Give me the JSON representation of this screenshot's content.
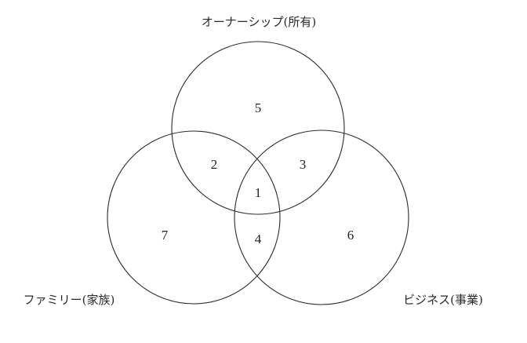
{
  "sets": {
    "ownership": "オーナーシップ(所有)",
    "family": "ファミリー(家族)",
    "business": "ビジネス(事業)"
  },
  "regions": {
    "all_three": "1",
    "ownership_family": "2",
    "ownership_business": "3",
    "family_business": "4",
    "ownership_only": "5",
    "business_only": "6",
    "family_only": "7"
  }
}
